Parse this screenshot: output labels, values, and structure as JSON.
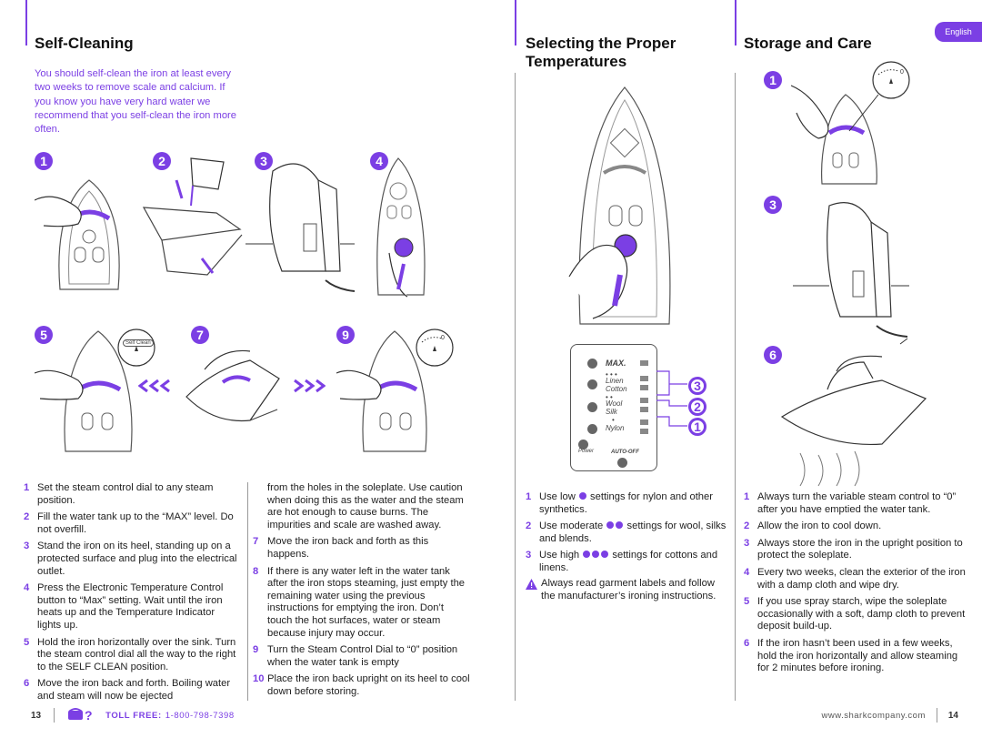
{
  "language_tab": "English",
  "self_cleaning": {
    "title": "Self-Cleaning",
    "intro": "You should self-clean the iron at least every two weeks to remove scale and calcium. If you know you have very hard water we recommend that you self-clean the iron more often.",
    "step_badges": [
      "1",
      "2",
      "3",
      "4",
      "5",
      "7",
      "9"
    ],
    "self_clean_label": "Self Clean",
    "steps": [
      {
        "num": "1",
        "text": "Set the steam control dial to any steam position."
      },
      {
        "num": "2",
        "text": "Fill the water tank up to the “MAX” level. Do not overfill."
      },
      {
        "num": "3",
        "text": "Stand the iron on its heel, standing up on a protected surface and plug into the electrical outlet."
      },
      {
        "num": "4",
        "text": "Press the Electronic Temperature Control button to “Max” setting. Wait until the iron heats up and the Temperature Indicator lights up."
      },
      {
        "num": "5",
        "text": "Hold the iron horizontally over the sink. Turn the steam control dial all the way to the right to the SELF CLEAN position."
      },
      {
        "num": "6",
        "text": "Move the iron back and forth. Boiling water and steam will now be ejected"
      }
    ],
    "steps_col2_cont": "from the holes in the soleplate. Use caution when doing this as the water and the steam are hot enough to cause burns. The impurities and scale are washed away.",
    "steps_col2": [
      {
        "num": "7",
        "text": "Move the iron back and forth as this happens."
      },
      {
        "num": "8",
        "text": "If there is any water left in the water tank after the iron stops steaming, just empty the remaining water using the previous instructions for emptying the iron. Don’t touch the hot surfaces, water or steam because injury may occur."
      },
      {
        "num": "9",
        "text": "Turn the Steam Control Dial to “0” position when the water tank is empty"
      },
      {
        "num": "10",
        "text": "Place the iron back upright on its heel to cool down before storing."
      }
    ]
  },
  "temperatures": {
    "title_line1": "Selecting the Proper",
    "title_line2": "Temperatures",
    "panel": {
      "max": "MAX.",
      "linen": "Linen",
      "cotton": "Cotton",
      "wool": "Wool",
      "silk": "Silk",
      "nylon": "Nylon",
      "power": "Power",
      "auto_off": "AUTO-OFF",
      "dots_3": "• • •",
      "dots_2": "• •",
      "dots_1": "•"
    },
    "callouts": [
      "3",
      "2",
      "1"
    ],
    "steps": [
      {
        "num": "1",
        "pre": "Use low",
        "dots": 1,
        "post": "settings for nylon and other synthetics."
      },
      {
        "num": "2",
        "pre": "Use moderate",
        "dots": 2,
        "post": "settings for wool, silks and blends."
      },
      {
        "num": "3",
        "pre": "Use high",
        "dots": 3,
        "post": "settings for cottons and linens."
      }
    ],
    "warning": "Always read garment labels and follow the manufacturer’s ironing instructions."
  },
  "storage": {
    "title": "Storage and Care",
    "step_badges": [
      "1",
      "3",
      "6"
    ],
    "dial_zero": "0",
    "steps": [
      {
        "num": "1",
        "text": "Always turn the variable steam control to “0” after you have emptied the water tank."
      },
      {
        "num": "2",
        "text": "Allow the iron to cool down."
      },
      {
        "num": "3",
        "text": "Always store the iron in the upright position to protect the soleplate."
      },
      {
        "num": "4",
        "text": "Every two weeks, clean the exterior of the iron with a damp cloth and wipe dry."
      },
      {
        "num": "5",
        "text": "If you use spray starch, wipe the soleplate occasionally with a soft, damp cloth to prevent deposit build-up."
      },
      {
        "num": "6",
        "text": "If the iron hasn’t been used in a few weeks, hold the iron horizontally and allow steaming for 2 minutes before ironing."
      }
    ]
  },
  "footer": {
    "left_page": "13",
    "toll_label": "TOLL FREE:",
    "toll_number": "1-800-798-7398",
    "website": "www.sharkcompany.com",
    "right_page": "14"
  },
  "colors": {
    "accent": "#7b3fe4",
    "text": "#222222"
  }
}
